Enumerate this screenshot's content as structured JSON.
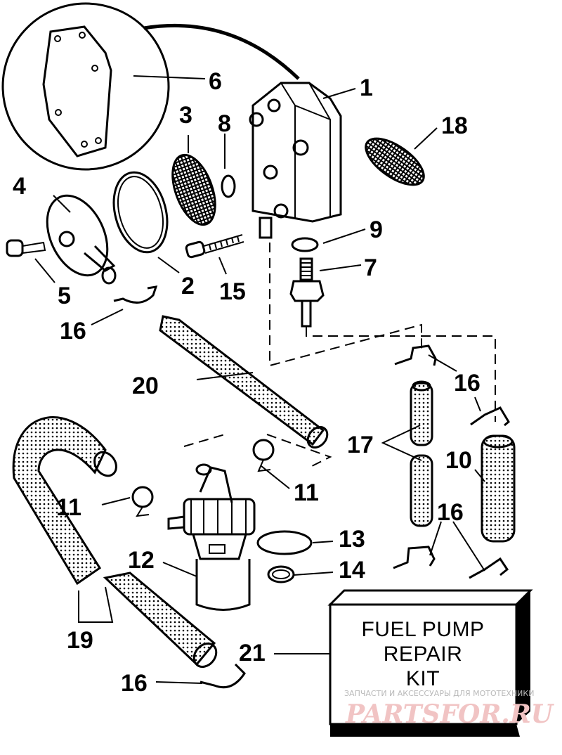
{
  "diagram": {
    "callouts": [
      "1",
      "2",
      "3",
      "4",
      "5",
      "6",
      "7",
      "8",
      "9",
      "10",
      "11",
      "12",
      "13",
      "14",
      "15",
      "16",
      "17",
      "18",
      "19",
      "20",
      "21"
    ],
    "kit_label": {
      "line1": "FUEL PUMP",
      "line2": "REPAIR",
      "line3": "KIT"
    },
    "watermark": {
      "tagline": "ЗАПЧАСТИ И АКСЕССУАРЫ ДЛЯ МОТОТЕХНИКИ",
      "brand": "PARTSFOR.RU"
    }
  }
}
